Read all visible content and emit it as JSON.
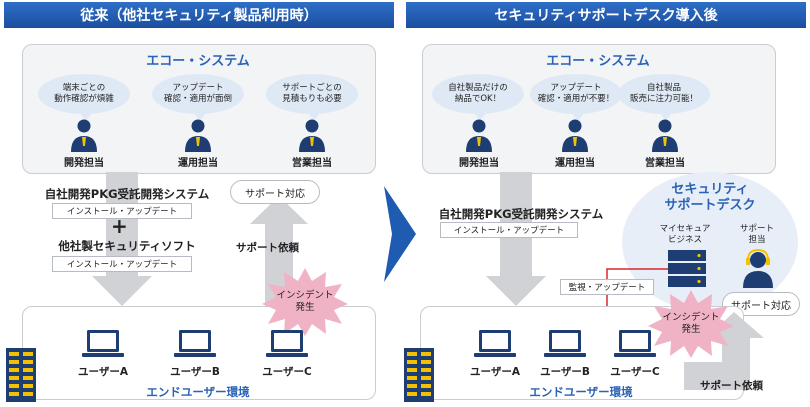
{
  "left": {
    "header": "従来（他社セキュリティ製品利用時）",
    "system_title": "エコー・システム",
    "bubbles": [
      "端末ごとの\n動作確認が煩雑",
      "アップデート\n確認・適用が面倒",
      "サポートごとの\n見積もりも必要"
    ],
    "roles": [
      "開発担当",
      "運用担当",
      "営業担当"
    ],
    "sys1": "自社開発PKG受託開発システム",
    "tag1": "インストール・アップデート",
    "plus": "+",
    "sys2": "他社製セキュリティソフト",
    "tag2": "インストール・アップデート",
    "support_pill": "サポート対応",
    "support_request": "サポート依頼",
    "incident": "インシデント\n発生",
    "users": [
      "ユーザーA",
      "ユーザーB",
      "ユーザーC"
    ],
    "env": "エンドユーザー環境"
  },
  "right": {
    "header": "セキュリティサポートデスク導入後",
    "system_title": "エコー・システム",
    "bubbles": [
      "自社製品だけの\n納品でOK！",
      "アップデート\n確認・適用が不要！",
      "自社製品\n販売に注力可能！"
    ],
    "roles": [
      "開発担当",
      "運用担当",
      "営業担当"
    ],
    "sys1": "自社開発PKG受託開発システム",
    "tag1": "インストール・アップデート",
    "desk_title": "セキュリティ\nサポートデスク",
    "desk_biz": "マイセキュア\nビジネス",
    "desk_staff": "サポート\n担当",
    "support_pill": "サポート対応",
    "monitor": "監視・アップデート",
    "incident": "インシデント\n発生",
    "users": [
      "ユーザーA",
      "ユーザーB",
      "ユーザーC"
    ],
    "env": "エンドユーザー環境",
    "support_request": "サポート依頼"
  },
  "colors": {
    "header": "#1f5bb0",
    "accent": "#2a62b5",
    "incident": "#f0b3c6",
    "arrow_gray": "#d0d2d6",
    "red": "#d9262c"
  }
}
